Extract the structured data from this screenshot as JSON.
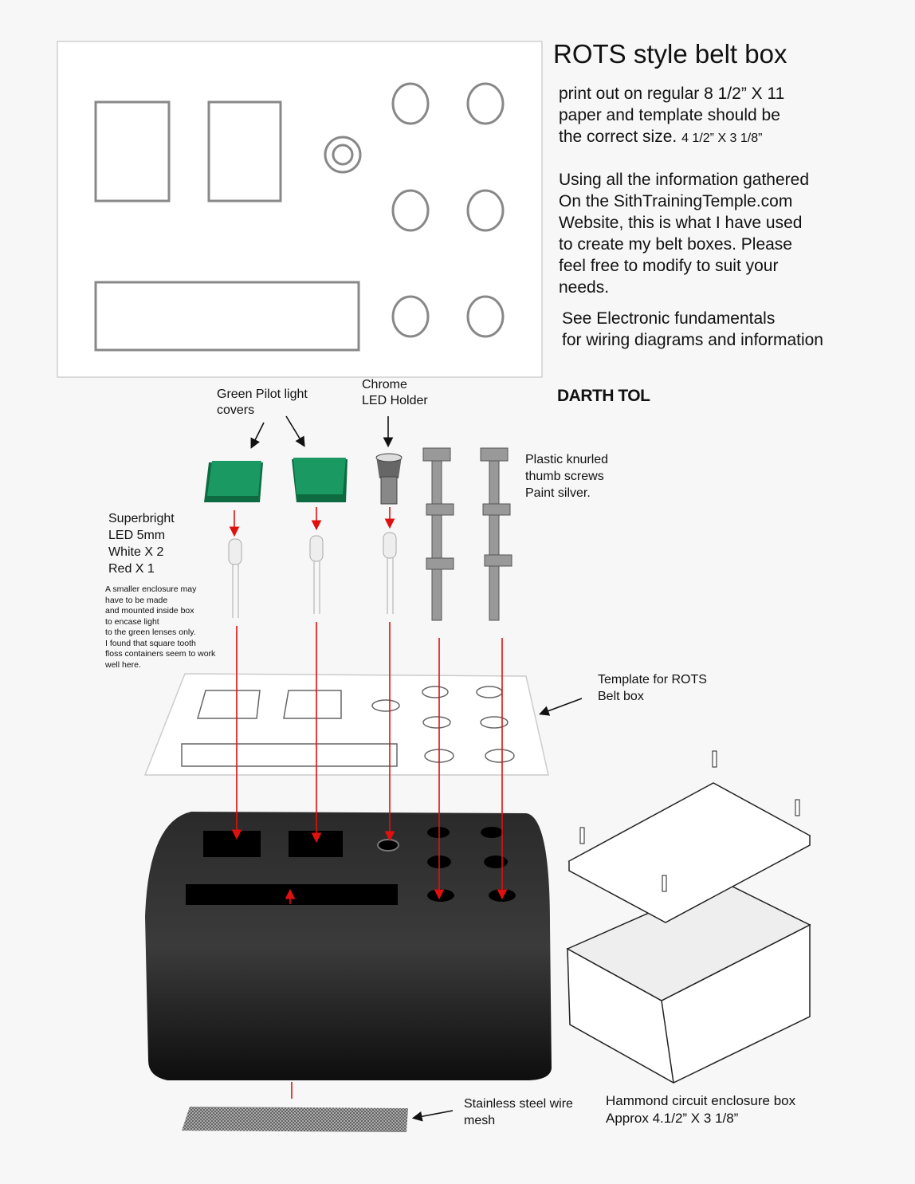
{
  "title": "ROTS style belt box",
  "print_note": {
    "line1": "print out on regular 8 1/2” X 11",
    "line2": "paper and template should be",
    "line3a": "the correct size.",
    "line3b": "4 1/2” X 3 1/8”"
  },
  "info": "Using all the information gathered\nOn the SithTrainingTemple.com\nWebsite, this is what I have used\nto create my belt boxes. Please\nfeel free to modify to suit your\nneeds.",
  "see_note": "See Electronic fundamentals\nfor wiring diagrams and information",
  "author": "DARTH TOL",
  "labels": {
    "green_covers": "Green Pilot light\ncovers",
    "chrome_holder": "Chrome\nLED Holder",
    "thumb_screws": "Plastic knurled\nthumb screws\nPaint silver.",
    "led": "Superbright\nLED 5mm\nWhite X 2\nRed X 1",
    "enclosure_note": "A smaller enclosure may\nhave to be made\nand mounted inside box\nto encase light\nto the green lenses only.\nI found that square tooth\nfloss containers seem to work\nwell here.",
    "template": "Template for ROTS\nBelt box",
    "mesh": "Stainless steel wire\nmesh",
    "hammond": "Hammond circuit enclosure box\nApprox 4.1/2” X 3 1/8”"
  },
  "colors": {
    "green": "#1a9a62",
    "red": "#e01010",
    "box": "#151515"
  }
}
